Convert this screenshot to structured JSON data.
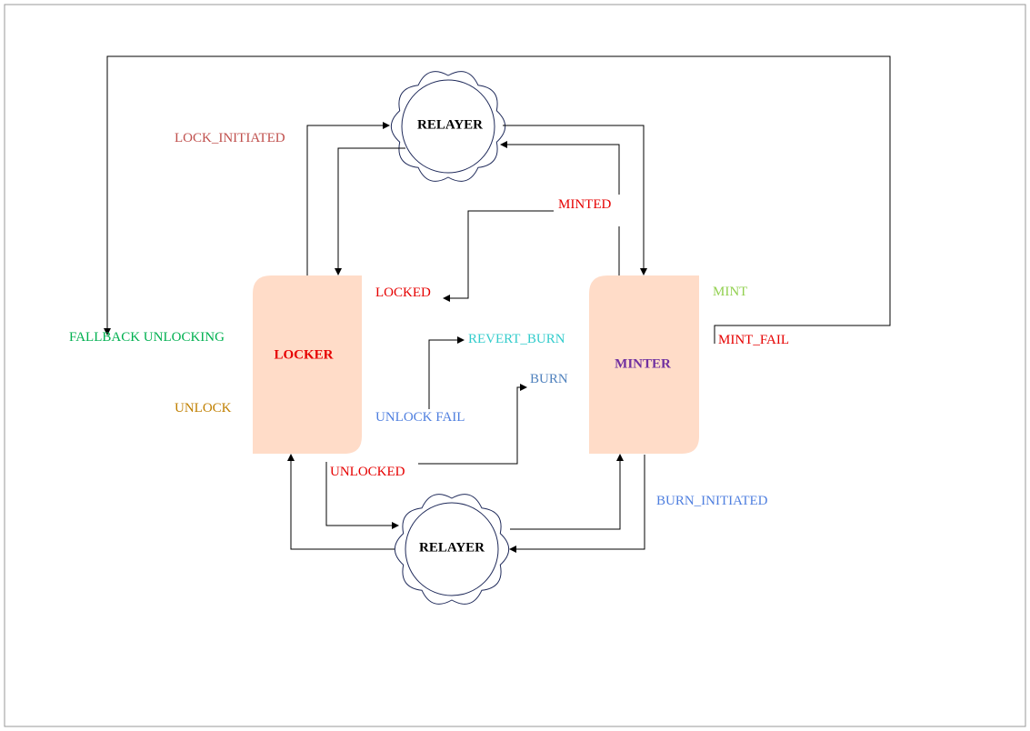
{
  "nodes": {
    "locker": {
      "title": "LOCKER",
      "color": "#e60000",
      "fill": "#ffdcc8"
    },
    "minter": {
      "title": "MINTER",
      "color": "#7030a0",
      "fill": "#ffdcc8"
    },
    "relayer_top": {
      "title": "RELAYER",
      "color": "#000000"
    },
    "relayer_bottom": {
      "title": "RELAYER",
      "color": "#000000"
    }
  },
  "edge_labels": {
    "lock_initiated": {
      "text": "LOCK_INITIATED",
      "color": "#c0504d"
    },
    "minted": {
      "text": "MINTED",
      "color": "#e60000"
    },
    "locked": {
      "text": "LOCKED",
      "color": "#e60000"
    },
    "mint": {
      "text": "MINT",
      "color": "#92d050"
    },
    "fallback_unlocking": {
      "text": "FALLBACK UNLOCKING",
      "color": "#00b050"
    },
    "mint_fail": {
      "text": "MINT_FAIL",
      "color": "#e60000"
    },
    "revert_burn": {
      "text": "REVERT_BURN",
      "color": "#33cccc"
    },
    "burn": {
      "text": "BURN",
      "color": "#4f81bd"
    },
    "unlock": {
      "text": "UNLOCK",
      "color": "#c07f00"
    },
    "unlock_fail": {
      "text": "UNLOCK FAIL",
      "color": "#4f7fdf"
    },
    "unlocked": {
      "text": "UNLOCKED",
      "color": "#e60000"
    },
    "burn_initiated": {
      "text": "BURN_INITIATED",
      "color": "#4f7fdf"
    }
  },
  "colors": {
    "line": "#000000",
    "cloud_stroke": "#1f2a5a",
    "frame": "#9a9a9a"
  }
}
